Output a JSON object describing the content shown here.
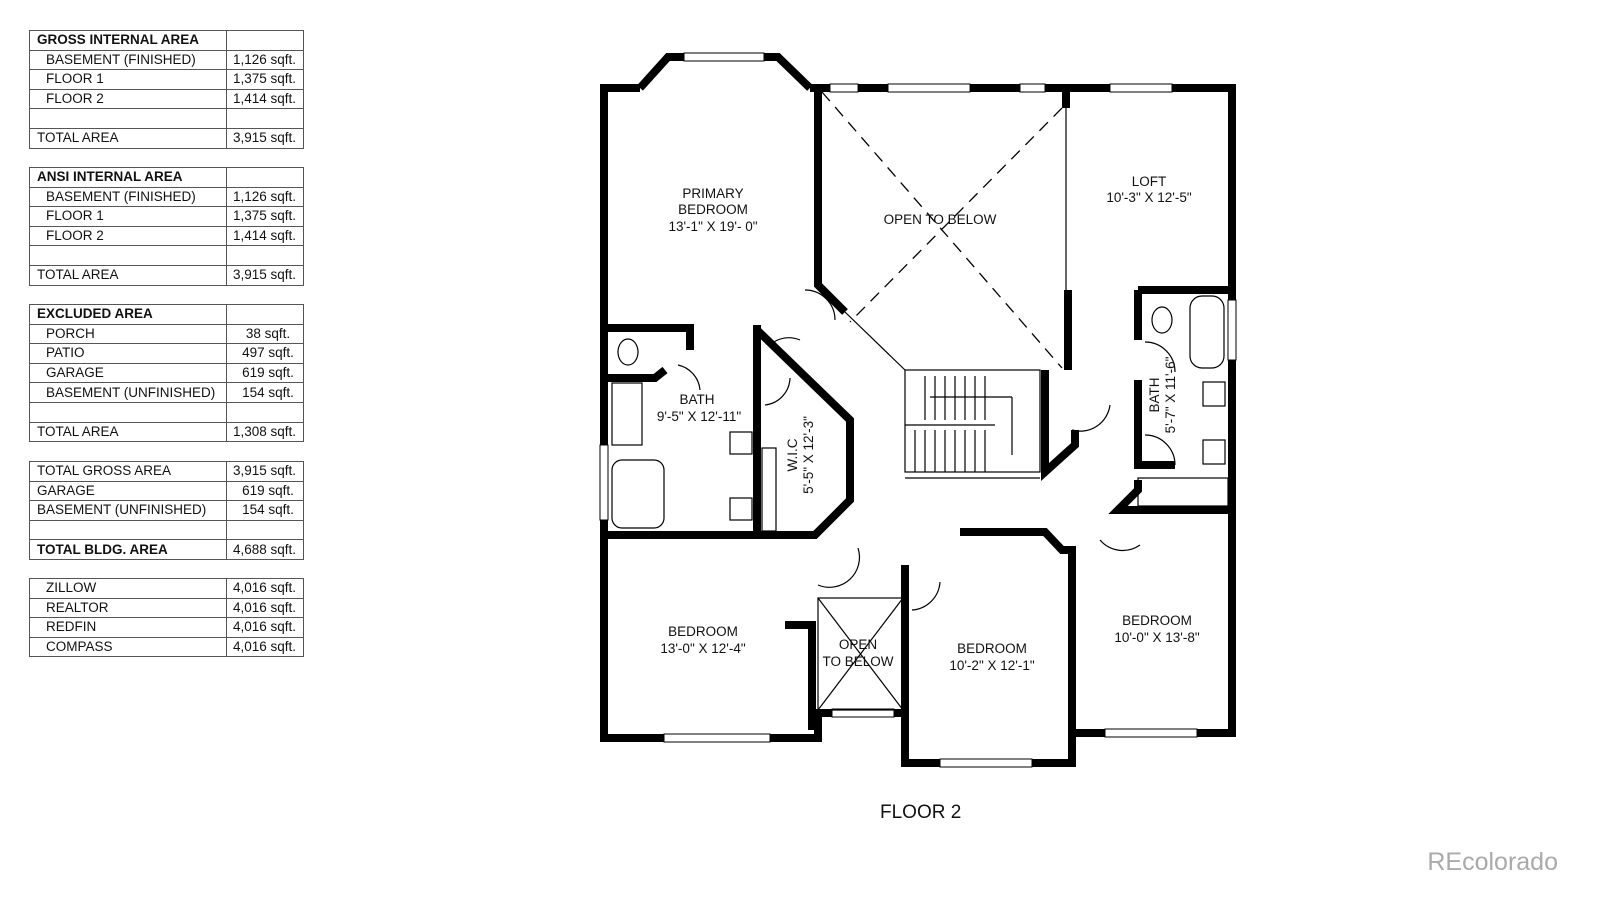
{
  "tables": [
    {
      "title": "GROSS INTERNAL AREA",
      "rows": [
        {
          "label": "BASEMENT (FINISHED)",
          "value": "1,126 sqft."
        },
        {
          "label": "FLOOR 1",
          "value": "1,375 sqft."
        },
        {
          "label": "FLOOR 2",
          "value": "1,414 sqft."
        },
        {
          "label": "",
          "value": ""
        }
      ],
      "total": {
        "label": "TOTAL AREA",
        "value": "3,915 sqft."
      }
    },
    {
      "title": "ANSI INTERNAL AREA",
      "rows": [
        {
          "label": "BASEMENT (FINISHED)",
          "value": "1,126 sqft."
        },
        {
          "label": "FLOOR 1",
          "value": "1,375 sqft."
        },
        {
          "label": "FLOOR 2",
          "value": "1,414 sqft."
        },
        {
          "label": "",
          "value": ""
        }
      ],
      "total": {
        "label": "TOTAL AREA",
        "value": "3,915 sqft."
      }
    },
    {
      "title": "EXCLUDED AREA",
      "rows": [
        {
          "label": "PORCH",
          "value": "38 sqft."
        },
        {
          "label": "PATIO",
          "value": "497 sqft."
        },
        {
          "label": "GARAGE",
          "value": "619 sqft."
        },
        {
          "label": "BASEMENT (UNFINISHED)",
          "value": "154 sqft."
        },
        {
          "label": "",
          "value": ""
        }
      ],
      "total": {
        "label": "TOTAL AREA",
        "value": "1,308 sqft."
      }
    }
  ],
  "summary": {
    "rows": [
      {
        "label": "TOTAL GROSS AREA",
        "value": "3,915 sqft."
      },
      {
        "label": "GARAGE",
        "value": "619 sqft."
      },
      {
        "label": "BASEMENT (UNFINISHED)",
        "value": "154 sqft."
      },
      {
        "label": "",
        "value": ""
      }
    ],
    "total": {
      "label": "TOTAL BLDG. AREA",
      "value": "4,688 sqft."
    }
  },
  "listings": [
    {
      "label": "ZILLOW",
      "value": "4,016 sqft."
    },
    {
      "label": "REALTOR",
      "value": "4,016 sqft."
    },
    {
      "label": "REDFIN",
      "value": "4,016 sqft."
    },
    {
      "label": "COMPASS",
      "value": "4,016 sqft."
    }
  ],
  "rooms": {
    "primary_bedroom": {
      "name1": "PRIMARY",
      "name2": "BEDROOM",
      "dims": "13'-1\" X 19'- 0\""
    },
    "open_to_below": {
      "name": "OPEN TO BELOW"
    },
    "loft": {
      "name": "LOFT",
      "dims": "10'-3\" X 12'-5\""
    },
    "bath_primary": {
      "name": "BATH",
      "dims": "9'-5\" X 12'-11\""
    },
    "wic": {
      "name": "W.I.C",
      "dims": "5'-5\" X 12'-3\""
    },
    "bath_hall": {
      "name": "BATH",
      "dims": "5'-7\" X 11'-6\""
    },
    "bedroom_left": {
      "name": "BEDROOM",
      "dims": "13'-0\" X 12'-4\""
    },
    "open_to_below_small": {
      "name1": "OPEN",
      "name2": "TO BELOW"
    },
    "bedroom_middle": {
      "name": "BEDROOM",
      "dims": "10'-2\" X 12'-1\""
    },
    "bedroom_right": {
      "name": "BEDROOM",
      "dims": "10'-0\" X 13'-8\""
    }
  },
  "floor_title": "FLOOR 2",
  "watermark": "REcolorado"
}
